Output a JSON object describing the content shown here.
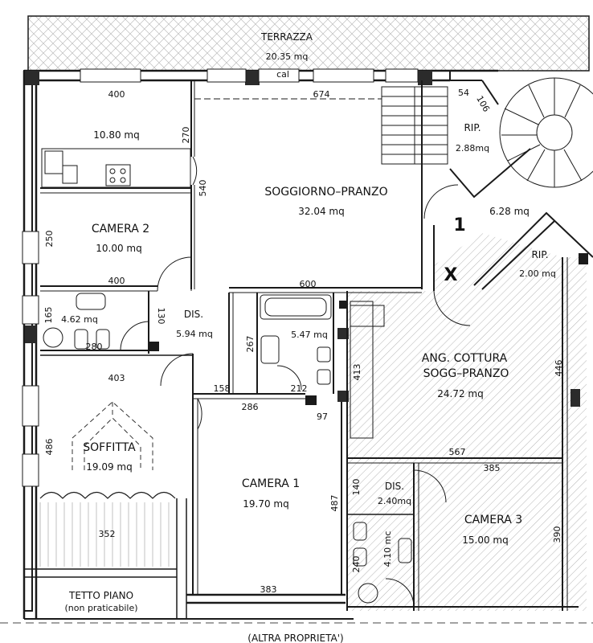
{
  "plan": {
    "terrace": {
      "name": "TERRAZZA",
      "area": "20.35 mq"
    },
    "kitchen_a": {
      "area": "10.80 mq",
      "dim_top": "400",
      "dim_side": "270"
    },
    "living": {
      "name": "SOGGIORNO–PRANZO",
      "area": "32.04 mq",
      "dim_top": "674",
      "dim_side": "540",
      "dim_bottom": "600"
    },
    "storage_1": {
      "name": "RIP.",
      "area": "2.88mq",
      "dim_a": "54",
      "dim_b": "106"
    },
    "stair_hall": {
      "area": "6.28 mq",
      "number": "1",
      "mark": "X"
    },
    "storage_2": {
      "name": "RIP.",
      "area": "2.00 mq"
    },
    "bedroom_2": {
      "name": "CAMERA 2",
      "area": "10.00 mq",
      "dim_side": "250",
      "dim_bottom": "400"
    },
    "bath_a": {
      "area": "4.62 mq",
      "dim_side": "165",
      "dim_bottom": "280"
    },
    "hall_a": {
      "name": "DIS.",
      "area": "5.94 mq",
      "dim_side": "130"
    },
    "bath_b": {
      "area": "5.47 mq",
      "dim_side": "267",
      "dim_bottom": "212"
    },
    "kitchen_b": {
      "name_line1": "ANG. COTTURA",
      "name_line2": "SOGG–PRANZO",
      "area": "24.72 mq",
      "dim_left": "413",
      "dim_right": "446",
      "dim_bottom": "567"
    },
    "attic": {
      "name": "SOFFITTA",
      "area": "19.09 mq",
      "dim_top": "403",
      "dim_side": "486",
      "dim_bottom": "352"
    },
    "bedroom_1": {
      "name": "CAMERA 1",
      "area": "19.70 mq",
      "dim_a": "158",
      "dim_b": "286",
      "dim_c": "97",
      "dim_side": "487",
      "dim_bottom": "383"
    },
    "hall_b": {
      "name": "DIS.",
      "area": "2.40mq",
      "dim_side": "140"
    },
    "bath_c": {
      "area": "4.10 mc",
      "dim_side": "240"
    },
    "bedroom_3": {
      "name": "CAMERA 3",
      "area": "15.00 mq",
      "dim_top": "385",
      "dim_side": "390"
    },
    "roof": {
      "name": "TETTO PIANO",
      "note": "(non praticabile)"
    },
    "boiler_label": "cal",
    "neighbour": "(ALTRA PROPRIETA')"
  },
  "colors": {
    "line": "#1a1a1a",
    "hatch": "#b5b5b5",
    "window": "#ffffff"
  }
}
